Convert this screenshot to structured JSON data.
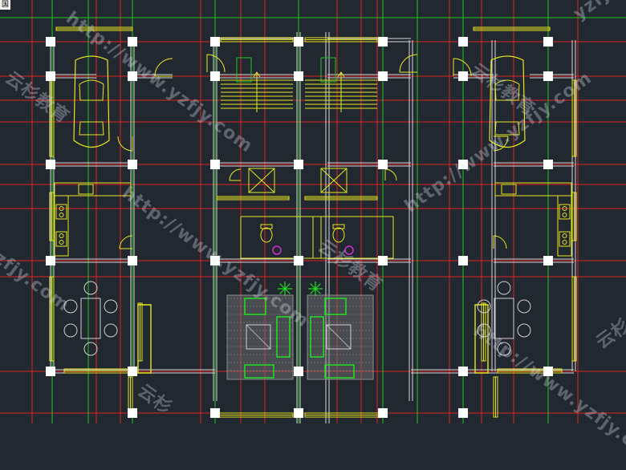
{
  "viewer": {
    "corner_label": "国"
  },
  "watermarks": {
    "url": "http://www.yzfjy.com",
    "url_short": "yzfjy.com",
    "brand": "云杉教育",
    "brand_short": "云杉"
  },
  "colors": {
    "background": "#212830",
    "axis_red": "#e02424",
    "axis_green": "#21c521",
    "wall": "#d8d8d8",
    "column": "#ffffff",
    "fixture_yellow": "#e6e61e",
    "furniture_green": "#22e022",
    "furniture_white": "#d0d0d0",
    "rug": "#8a8a8a",
    "accent_magenta": "#d030d0"
  },
  "icons": [
    "car-icon",
    "dining-table-icon",
    "sofa-icon",
    "plant-icon",
    "toilet-icon",
    "sink-icon",
    "stove-icon",
    "door-swing-icon",
    "stair-icon"
  ]
}
